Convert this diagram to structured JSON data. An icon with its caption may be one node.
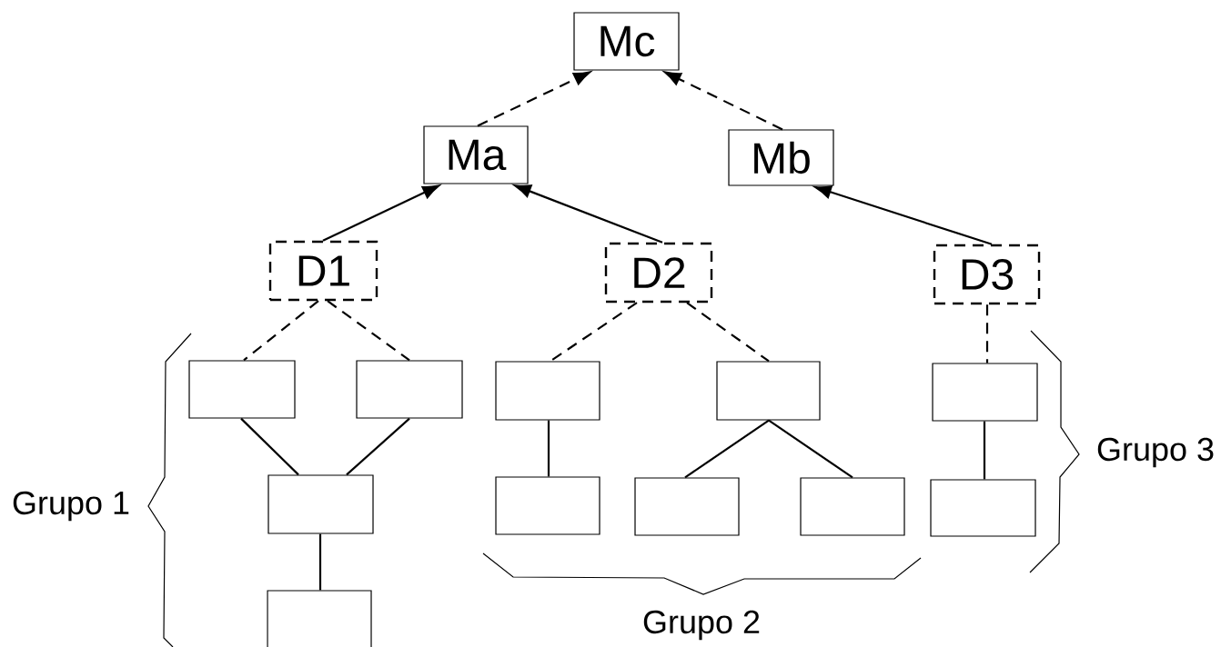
{
  "diagram": {
    "nodes": [
      {
        "text": [
          "Mc"
        ]
      },
      {
        "text": [
          "Ma"
        ]
      },
      {
        "text": [
          "Mb"
        ]
      },
      {
        "text": [
          "D1"
        ]
      },
      {
        "text": [
          "D2"
        ]
      },
      {
        "text": [
          "D3"
        ]
      },
      {
        "text": [],
        "shape": "box"
      },
      {
        "text": [],
        "shape": "box"
      },
      {
        "text": [],
        "shape": "box"
      },
      {
        "text": [],
        "shape": "box"
      },
      {
        "text": [],
        "shape": "box"
      },
      {
        "text": [],
        "shape": "box"
      },
      {
        "text": [],
        "shape": "box"
      },
      {
        "text": [],
        "shape": "box"
      },
      {
        "text": [],
        "shape": "box"
      },
      {
        "text": [],
        "shape": "box"
      },
      {
        "text": [],
        "shape": "box"
      }
    ],
    "edges": [
      {
        "from": 1,
        "to": 0,
        "arrow": "to",
        "style": "dashed"
      },
      {
        "from": 2,
        "to": 0,
        "arrow": "to",
        "style": "dashed"
      },
      {
        "from": 3,
        "to": 1,
        "arrow": "to"
      },
      {
        "from": 4,
        "to": 1,
        "arrow": "to"
      },
      {
        "from": 5,
        "to": 2,
        "arrow": "to"
      },
      {
        "from": 3,
        "to": 6,
        "arrow": "none",
        "style": "dashed"
      },
      {
        "from": 3,
        "to": 7,
        "arrow": "none",
        "style": "dashed"
      },
      {
        "from": 4,
        "to": 8,
        "arrow": "none",
        "style": "dashed"
      },
      {
        "from": 4,
        "to": 9,
        "arrow": "none",
        "style": "dashed"
      },
      {
        "from": 5,
        "to": 10,
        "arrow": "none",
        "style": "dashed"
      },
      {
        "from": 6,
        "to": 11,
        "arrow": "none"
      },
      {
        "from": 7,
        "to": 11,
        "arrow": "none"
      },
      {
        "from": 11,
        "to": 16,
        "arrow": "none"
      },
      {
        "from": 8,
        "to": 12,
        "arrow": "none"
      },
      {
        "from": 9,
        "to": 13,
        "arrow": "none"
      },
      {
        "from": 9,
        "to": 14,
        "arrow": "none"
      },
      {
        "from": 10,
        "to": 15,
        "arrow": "none"
      }
    ],
    "labels": [
      "Grupo 1",
      "Grupo 3",
      "Grupo 2"
    ]
  }
}
